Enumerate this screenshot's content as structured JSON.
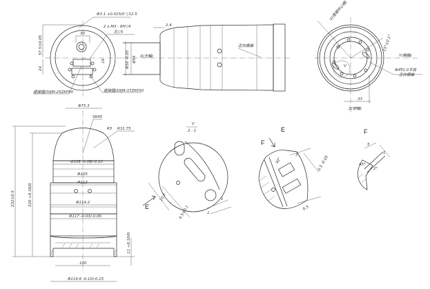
{
  "top_view": {
    "hole_spec": "Φ3.1 +0.015/0 ▽12.5",
    "thread_spec": "2 x M3 - 6H▽4",
    "hole_depth": "孔▽5",
    "dim_height": "57.5±0.05",
    "dim_24": "24",
    "dim_16": "16",
    "dim_30": "30",
    "connector_left": "連接器J30JM-25ZKP50",
    "connector_right": "連接器J30JM-37ZKP30"
  },
  "side_view": {
    "dim_phi54": "Φ54",
    "dim_phi58": "Φ58 -0.05",
    "axis_x": "X(光軸)",
    "dim_2_4": "2.4",
    "orientation_mark": "正向標識"
  },
  "end_view": {
    "axis_v": "V(視場中心線)",
    "angle": "15°±0.1°",
    "axis_y": "Y(橫軸)",
    "hole_note_1": "Φ4∇1.0平底",
    "hole_note_2": "正向標識",
    "dim_33": "33",
    "axis_z": "Z(俯軸)",
    "detail_ref": "V"
  },
  "front_elevation": {
    "dim_phi75_3": "Φ75.3",
    "sr45": "SR45",
    "r5": "R5",
    "r31_75": "R31.75",
    "total_height": "232±0.5",
    "height_220": "220 +0.30/0",
    "phi108": "Φ108 -0.06/-0.10",
    "phi105": "Φ105",
    "phi112": "Φ112",
    "phi114_2": "Φ114.2",
    "phi117": "Φ117 -0.03/-0.06",
    "dim_11": "11 +0.10/0",
    "dim_100": "100",
    "phi119_6": "Φ119.6 -0.10/-0.15"
  },
  "detail_v": {
    "title": "V",
    "scale": "2 : 1",
    "view_e": "E",
    "dim_10_5": "10.5",
    "dim_4_5": "4.5±0.1",
    "dim_1a": "1",
    "dim_1b": "1"
  },
  "detail_e": {
    "title": "E",
    "view_f": "F",
    "dim_3": "3",
    "angle_30": "30°",
    "dim_0_5": "0.5 -0.05",
    "dim_6_5": "6.5"
  },
  "detail_f": {
    "title": "F",
    "dim_5": "5",
    "dim_1": "1",
    "angle_45": "45°",
    "angle_2": "2°"
  }
}
